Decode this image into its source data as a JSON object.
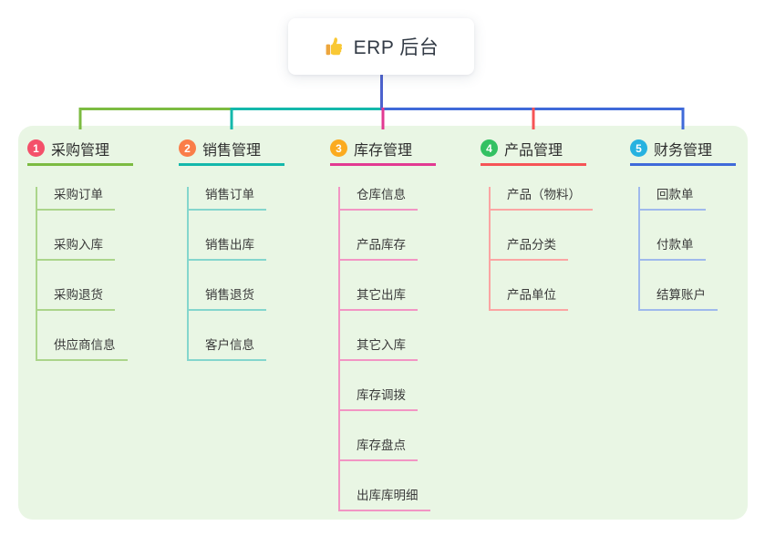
{
  "root": {
    "label": "ERP 后台",
    "icon": "thumbs-up-icon"
  },
  "colors": {
    "page_bg": "#ffffff",
    "panel_bg": "#e9f6e4",
    "card_bg": "#ffffff",
    "root_connector": "#4c62ce",
    "text": "#333333"
  },
  "branches": [
    {
      "number": "1",
      "label": "采购管理",
      "badge_color": "#f4506a",
      "line_color": "#7cbb41",
      "child_color": "#abd58b",
      "children": [
        "采购订单",
        "采购入库",
        "采购退货",
        "供应商信息"
      ]
    },
    {
      "number": "2",
      "label": "销售管理",
      "badge_color": "#fa7d49",
      "line_color": "#14b8ab",
      "child_color": "#84d6cd",
      "children": [
        "销售订单",
        "销售出库",
        "销售退货",
        "客户信息"
      ]
    },
    {
      "number": "3",
      "label": "库存管理",
      "badge_color": "#fbab1f",
      "line_color": "#e23a92",
      "child_color": "#f295c4",
      "children": [
        "仓库信息",
        "产品库存",
        "其它出库",
        "其它入库",
        "库存调拨",
        "库存盘点",
        "出库库明细"
      ]
    },
    {
      "number": "4",
      "label": "产品管理",
      "badge_color": "#33c162",
      "line_color": "#f65456",
      "child_color": "#fba5a3",
      "children": [
        "产品（物料）",
        "产品分类",
        "产品单位"
      ]
    },
    {
      "number": "5",
      "label": "财务管理",
      "badge_color": "#26b2e0",
      "line_color": "#3f6ad9",
      "child_color": "#9fb9ec",
      "children": [
        "回款单",
        "付款单",
        "结算账户"
      ]
    }
  ]
}
